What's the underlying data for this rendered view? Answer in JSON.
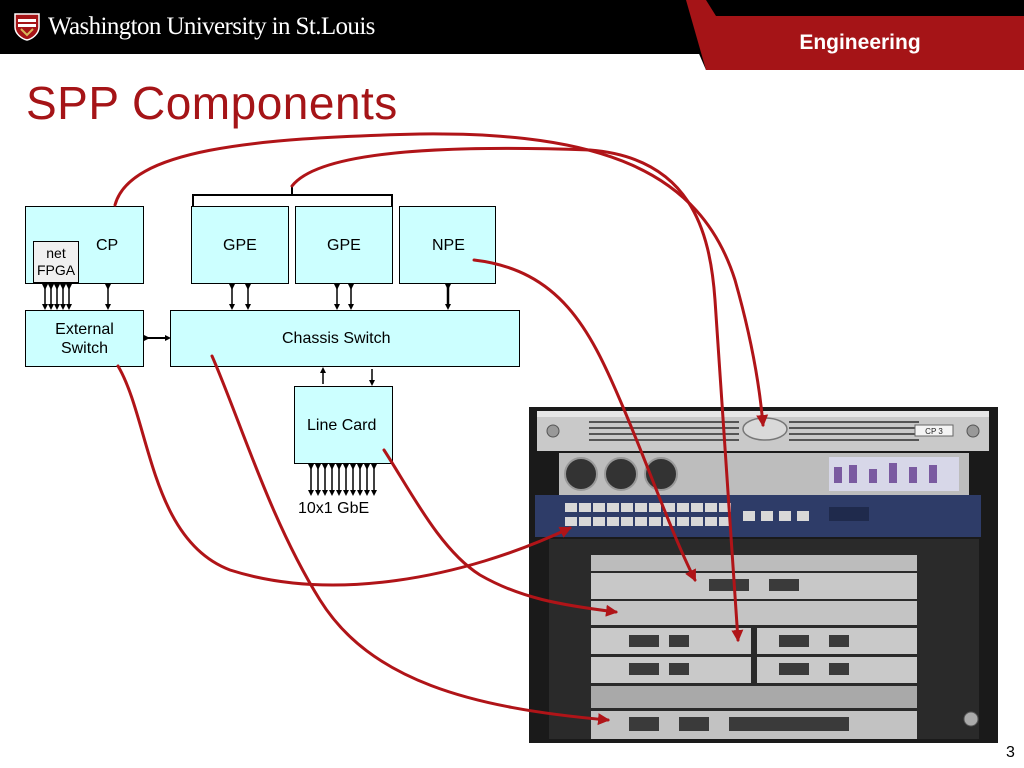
{
  "header": {
    "logo_text": "Washington University in St.Louis",
    "tab_label": "Engineering"
  },
  "slide": {
    "title": "SPP Components",
    "page_number": "3"
  },
  "diagram": {
    "cp_label": "CP",
    "net_fpga_line1": "net",
    "net_fpga_line2": "FPGA",
    "gpe1_label": "GPE",
    "gpe2_label": "GPE",
    "npe_label": "NPE",
    "external_switch_line1": "External",
    "external_switch_line2": "Switch",
    "chassis_switch_label": "Chassis Switch",
    "line_card_label": "Line Card",
    "gbe_label": "10x1 GbE",
    "photo_tag": "CP 3"
  },
  "colors": {
    "brand_red": "#a51417",
    "box_fill": "#ccffff",
    "arrow_red": "#b01418"
  }
}
